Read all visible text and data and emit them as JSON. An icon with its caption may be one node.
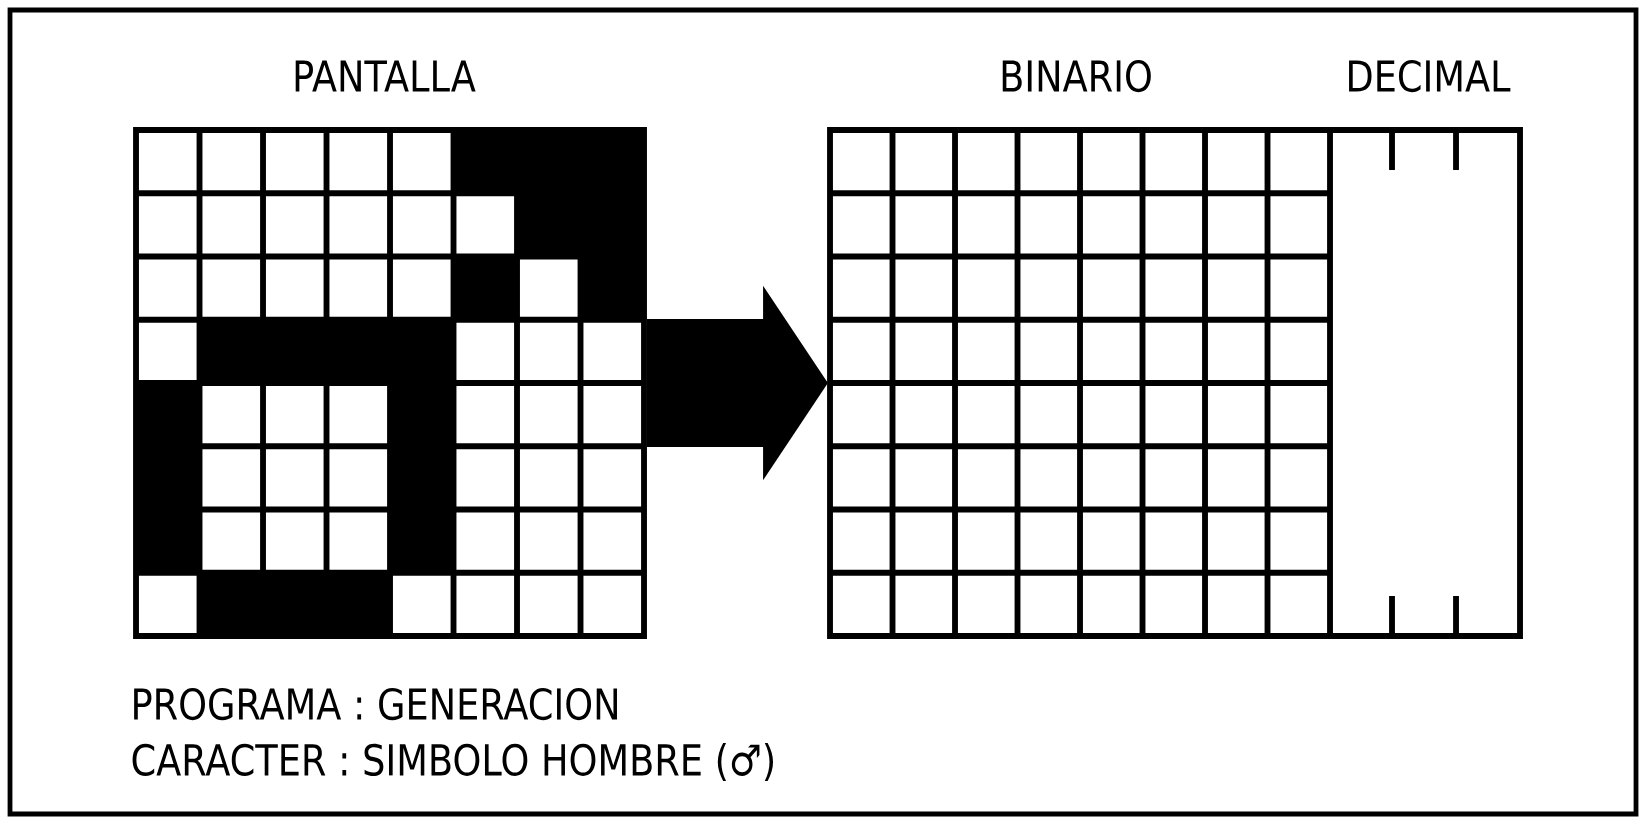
{
  "diagram": {
    "nodes": [
      {
        "text": [
          "PANTALLA"
        ]
      },
      {
        "text": [
          "BINARIO",
          "DECIMAL"
        ]
      }
    ],
    "edges": [
      {
        "from": 0,
        "to": 1,
        "arrow": "to",
        "style": "thick"
      }
    ],
    "labels": [
      "PROGRAMA :  GENERACION",
      "CARACTER :  SIMBOLO HOMBRE (♂)"
    ]
  }
}
